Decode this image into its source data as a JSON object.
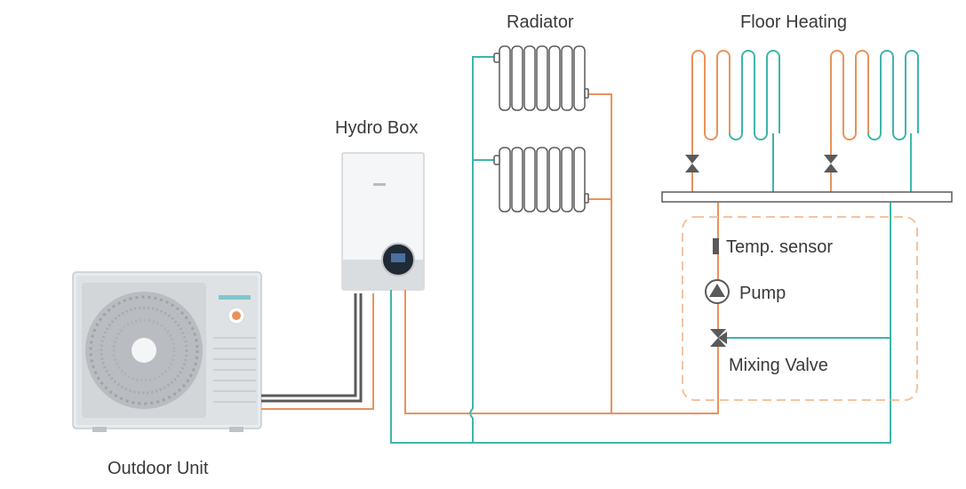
{
  "labels": {
    "radiator": "Radiator",
    "floor_heating": "Floor Heating",
    "hydro_box": "Hydro Box",
    "temp_sensor": "Temp. sensor",
    "pump": "Pump",
    "mixing_valve": "Mixing Valve",
    "outdoor_unit": "Outdoor Unit"
  },
  "colors": {
    "hot_pipe": "#e8935c",
    "return_pipe": "#3fb5ac",
    "refrigerant_pipe": "#5a5a5a",
    "module_border": "#f2c4a3",
    "component": "#606060"
  },
  "icons": [
    "radiator-icon",
    "floor-coil-icon",
    "valve-icon",
    "pump-icon",
    "temp-sensor-icon",
    "mixing-valve-icon",
    "hydro-box-icon",
    "outdoor-unit-icon",
    "fan-icon"
  ]
}
